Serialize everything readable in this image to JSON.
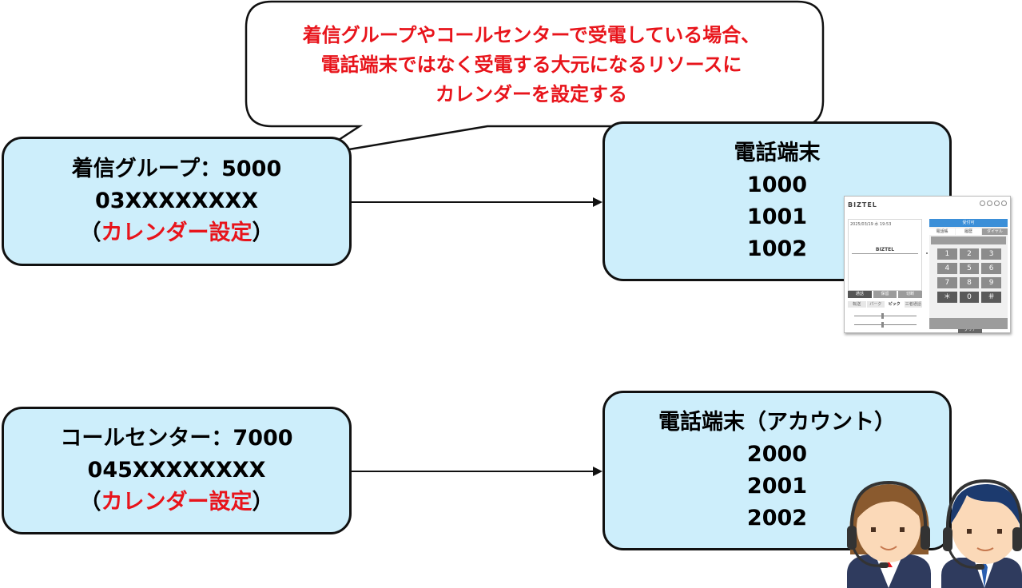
{
  "callout": {
    "lines": [
      "着信グループやコールセンターで受電している場合、",
      "電話端末ではなく受電する大元になるリソースに",
      "カレンダーを設定する"
    ]
  },
  "group_box": {
    "line1": "着信グループ：5000",
    "line2": "03XXXXXXXX",
    "paren_open": "（",
    "calendar": "カレンダー設定",
    "paren_close": "）"
  },
  "phone_box": {
    "title": "電話端末",
    "numbers": [
      "1000",
      "1001",
      "1002"
    ]
  },
  "callcenter_box": {
    "line1": "コールセンター：7000",
    "line2": "045XXXXXXXX",
    "paren_open": "（",
    "calendar": "カレンダー設定",
    "paren_close": "）"
  },
  "account_box": {
    "title": "電話端末（アカウント）",
    "numbers": [
      "2000",
      "2001",
      "2002"
    ]
  },
  "phone_screenshot": {
    "brand": "BIZTEL",
    "datetime": "2025/03/19 水 19:53",
    "line_name": "BIZTEL",
    "status": "受付可",
    "tabs": [
      "電話帳",
      "履歴",
      "ダイヤル"
    ],
    "action_buttons": [
      "通話",
      "保留",
      "切断"
    ],
    "mode_tabs": [
      "転送",
      "パーク",
      "ピック",
      "三者通話"
    ],
    "keys": [
      "1",
      "2",
      "3",
      "4",
      "5",
      "6",
      "7",
      "8",
      "9",
      "＊",
      "0",
      "＃"
    ],
    "clear_label": "クリア"
  },
  "colors": {
    "box_fill": "#cdeefb",
    "accent_red": "#e8141b",
    "status_blue": "#3b8fd8"
  }
}
